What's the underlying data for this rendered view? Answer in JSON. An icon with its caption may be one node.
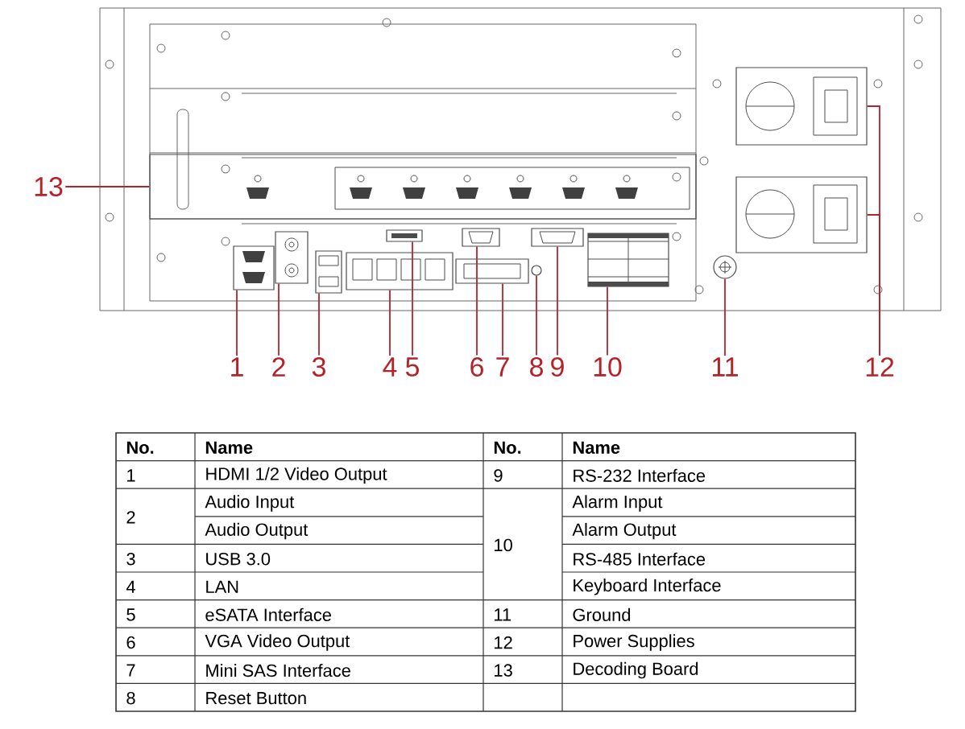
{
  "diagram": {
    "nodes": [
      {
        "text": [
          "1"
        ]
      },
      {
        "text": [
          "2"
        ]
      },
      {
        "text": [
          "3"
        ]
      },
      {
        "text": [
          "4"
        ]
      },
      {
        "text": [
          "5"
        ]
      },
      {
        "text": [
          "6"
        ]
      },
      {
        "text": [
          "7"
        ]
      },
      {
        "text": [
          "8"
        ]
      },
      {
        "text": [
          "9"
        ]
      },
      {
        "text": [
          "10"
        ]
      },
      {
        "text": [
          "11"
        ]
      },
      {
        "text": [
          "12"
        ]
      },
      {
        "text": [
          "13"
        ]
      },
      {
        "text": [],
        "shape": "box"
      },
      {
        "text": [],
        "shape": "box"
      },
      {
        "text": [],
        "shape": "box"
      },
      {
        "text": [],
        "shape": "box"
      },
      {
        "text": [],
        "shape": "box"
      },
      {
        "text": [],
        "shape": "box"
      },
      {
        "text": [],
        "shape": "box"
      },
      {
        "text": [],
        "shape": "circle"
      },
      {
        "text": [],
        "shape": "box"
      },
      {
        "text": [],
        "shape": "box"
      },
      {
        "text": [],
        "shape": "circle"
      },
      {
        "text": [],
        "shape": "box"
      },
      {
        "text": [],
        "shape": "box"
      },
      {
        "text": [],
        "shape": "box"
      }
    ],
    "edges": [
      {
        "from": 0,
        "to": 13,
        "arrow": "none"
      },
      {
        "from": 1,
        "to": 14,
        "arrow": "none"
      },
      {
        "from": 2,
        "to": 15,
        "arrow": "none"
      },
      {
        "from": 3,
        "to": 16,
        "arrow": "none"
      },
      {
        "from": 4,
        "to": 17,
        "arrow": "none"
      },
      {
        "from": 5,
        "to": 18,
        "arrow": "none"
      },
      {
        "from": 6,
        "to": 19,
        "arrow": "none"
      },
      {
        "from": 7,
        "to": 20,
        "arrow": "none"
      },
      {
        "from": 8,
        "to": 21,
        "arrow": "none"
      },
      {
        "from": 9,
        "to": 22,
        "arrow": "none"
      },
      {
        "from": 10,
        "to": 23,
        "arrow": "none"
      },
      {
        "from": 11,
        "to": 24,
        "arrow": "none"
      },
      {
        "from": 11,
        "to": 25,
        "arrow": "none"
      },
      {
        "from": 12,
        "to": 26,
        "arrow": "none"
      }
    ],
    "labels": [
      "No.",
      "Name",
      "No.",
      "Name",
      "1",
      "HDMI 1/2 Video Output",
      "9",
      "RS-232 Interface",
      "2",
      "Audio Input",
      "10",
      "Alarm Input",
      "Audio Output",
      "Alarm Output",
      "3",
      "USB 3.0",
      "RS-485 Interface",
      "4",
      "LAN",
      "Keyboard Interface",
      "5",
      "eSATA Interface",
      "11",
      "Ground",
      "6",
      "VGA Video Output",
      "12",
      "Power Supplies",
      "7",
      "Mini SAS Interface",
      "13",
      "Decoding Board",
      "8",
      "Reset Button"
    ]
  }
}
